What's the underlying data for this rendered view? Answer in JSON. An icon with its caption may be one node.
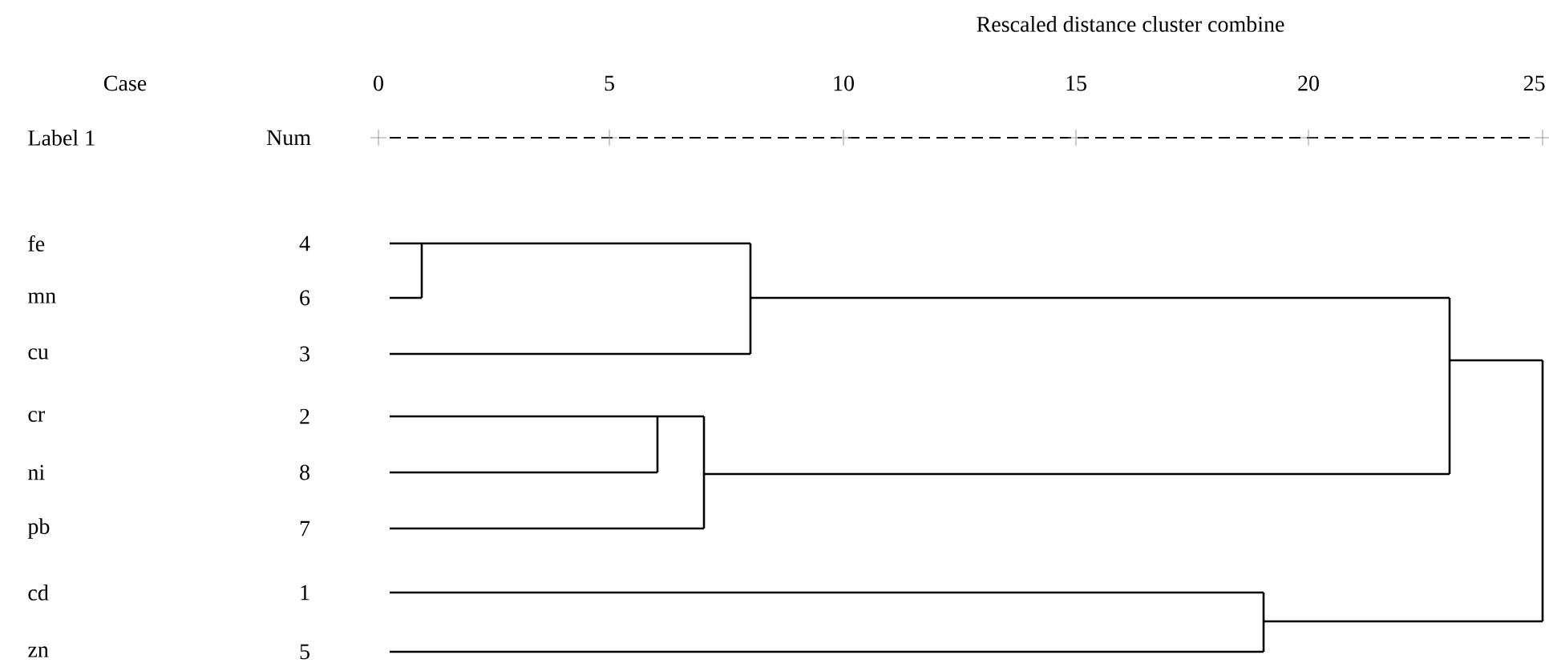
{
  "diagram": {
    "labels": [
      "Rescaled distance cluster combine",
      "Case",
      "0",
      "5",
      "10",
      "15",
      "20",
      "25",
      "Label 1",
      "Num",
      "fe",
      "4",
      "mn",
      "6",
      "cu",
      "3",
      "cr",
      "2",
      "ni",
      "8",
      "pb",
      "7",
      "cd",
      "1",
      "zn",
      "5"
    ]
  }
}
